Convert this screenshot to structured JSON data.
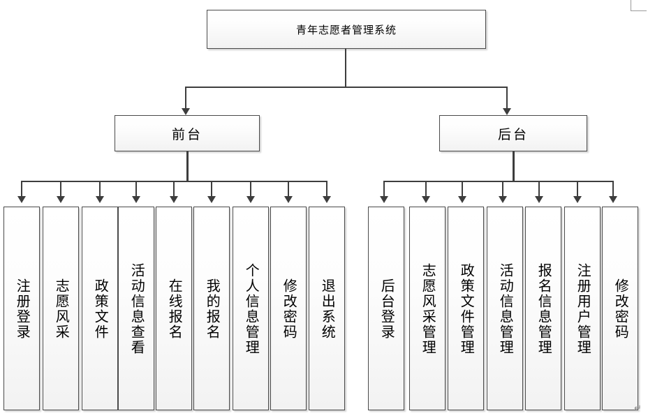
{
  "diagram": {
    "type": "tree",
    "title": "青年志愿者管理系统",
    "root": {
      "label": "青年志愿者管理系统"
    },
    "branches": [
      {
        "id": "frontend",
        "label": "前台",
        "children": [
          {
            "label": "注册登录"
          },
          {
            "label": "志愿风采"
          },
          {
            "label": "政策文件"
          },
          {
            "label": "活动信息查看"
          },
          {
            "label": "在线报名"
          },
          {
            "label": "我的报名"
          },
          {
            "label": "个人信息管理"
          },
          {
            "label": "修改密码"
          },
          {
            "label": "退出系统"
          }
        ]
      },
      {
        "id": "backend",
        "label": "后台",
        "children": [
          {
            "label": "后台登录"
          },
          {
            "label": "志愿风采管理"
          },
          {
            "label": "政策文件管理"
          },
          {
            "label": "活动信息管理"
          },
          {
            "label": "报名信息管理"
          },
          {
            "label": "注册用户管理"
          },
          {
            "label": "修改密码"
          }
        ]
      }
    ]
  },
  "artifacts": {
    "paragraph_mark": "↵"
  },
  "colors": {
    "box_border": "#4a4a4a",
    "connector": "#3d3d3d",
    "box_fill_top": "#ffffff",
    "box_fill_bottom": "#f2f2f2",
    "text": "#000000",
    "artifact": "#9a9a9a"
  }
}
